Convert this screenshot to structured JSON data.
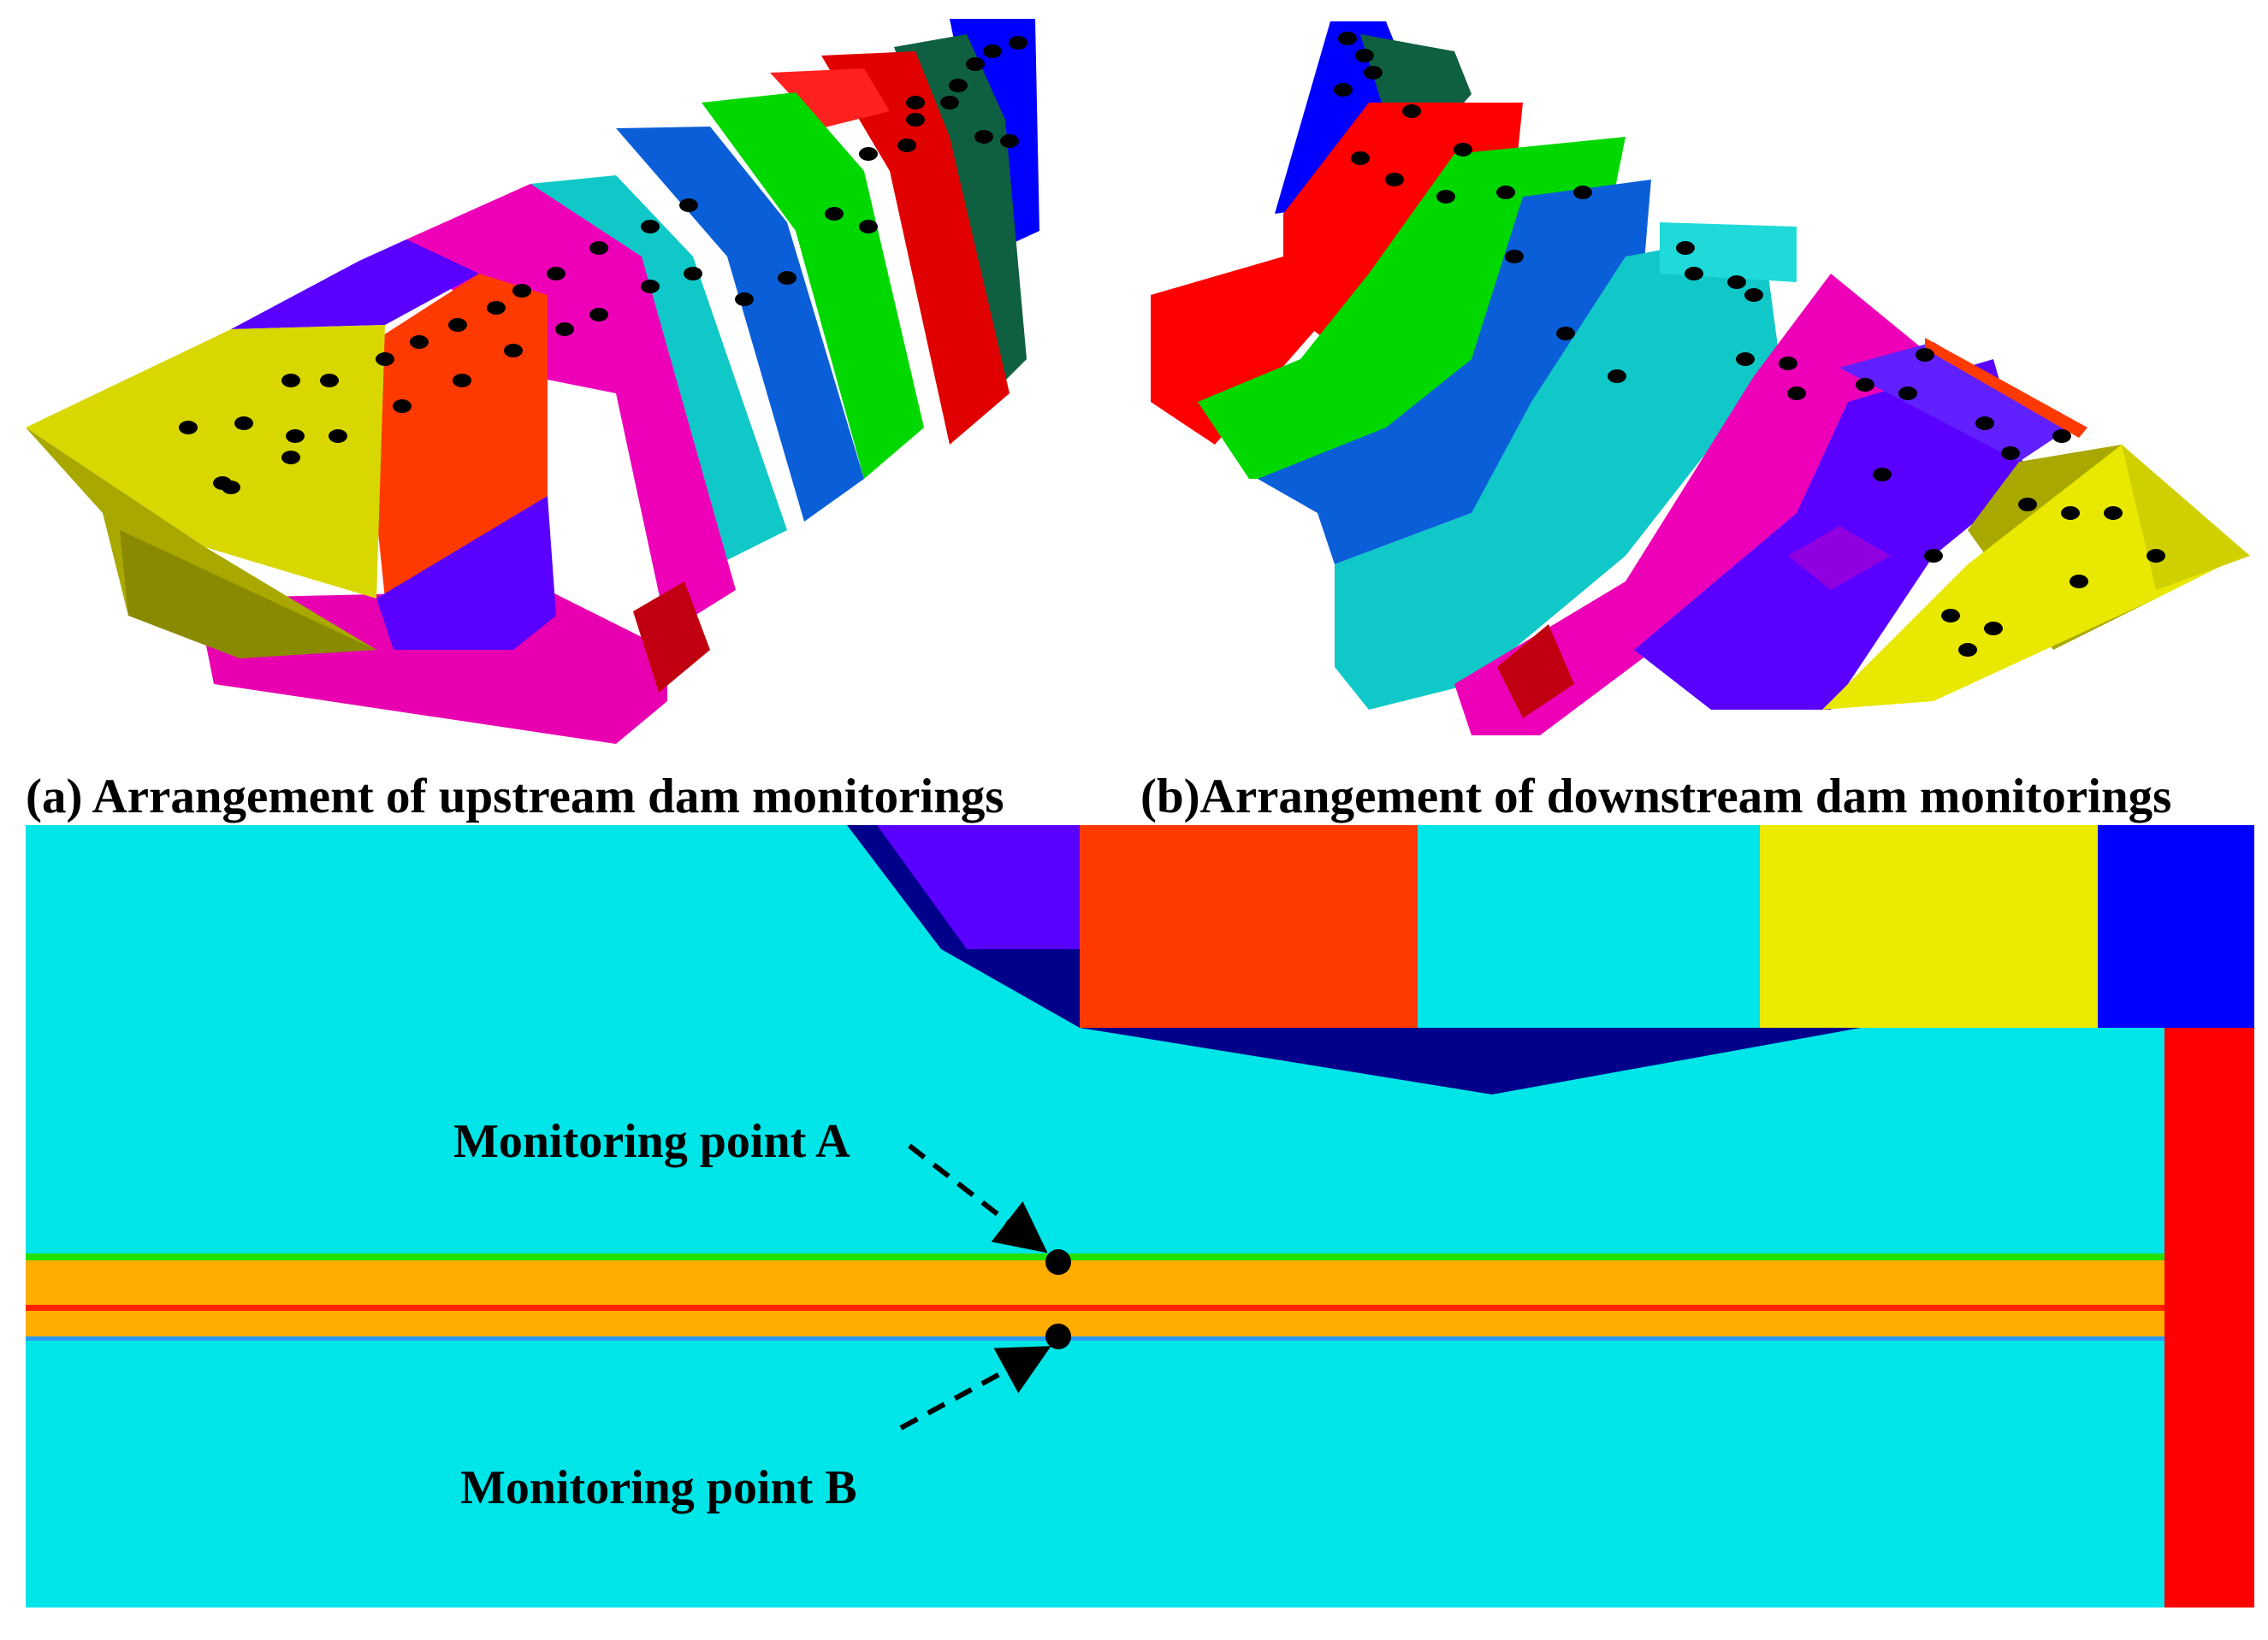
{
  "panels": {
    "a": {
      "caption": "(a) Arrangement of upstream dam monitorings"
    },
    "b": {
      "caption": "(b)Arrangement of downstream dam monitorings"
    }
  },
  "section": {
    "monitoring_points": [
      {
        "id": "A",
        "label": "Monitoring point A"
      },
      {
        "id": "B",
        "label": "Monitoring point B"
      }
    ]
  },
  "colors": {
    "background": "#ffffff",
    "cyan": "#00e5e8",
    "orange": "#ffad00",
    "red": "#ff0000",
    "navy": "#00008b",
    "violet": "#5a00ff",
    "orange_red": "#ff3a00",
    "yellow": "#ebeb00",
    "blue": "#0000ff",
    "green": "#00d800",
    "magenta": "#ee00b8",
    "olive": "#bdbd00",
    "dark_green": "#0f6040",
    "marker": "#000000"
  },
  "icons": {
    "marker": "black-dot-icon",
    "arrow": "dashed-arrow-icon"
  }
}
